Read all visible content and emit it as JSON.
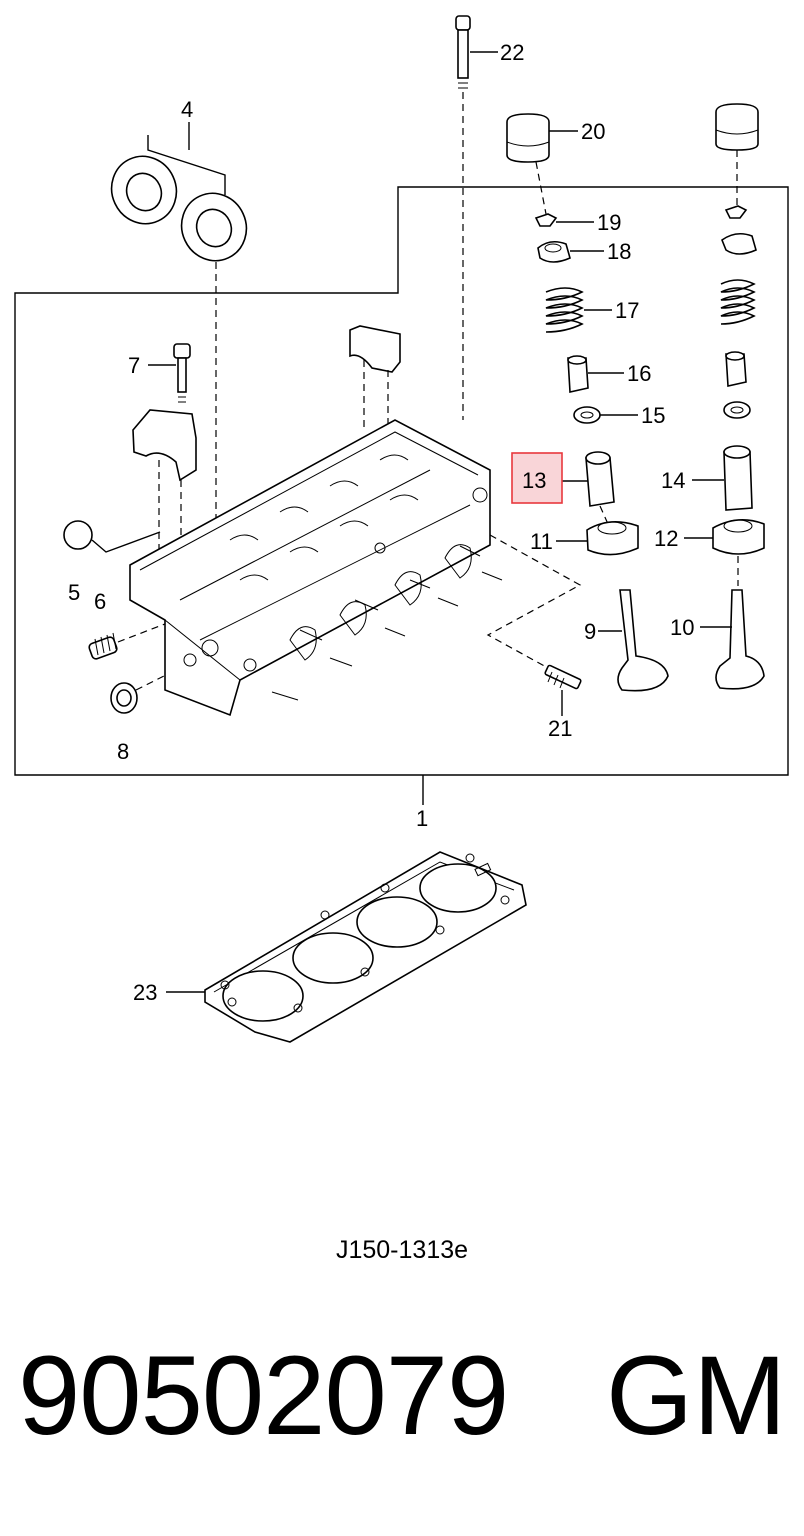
{
  "callouts": {
    "c1": "1",
    "c4": "4",
    "c5": "5",
    "c6": "6",
    "c7": "7",
    "c8": "8",
    "c9": "9",
    "c10": "10",
    "c11": "11",
    "c12": "12",
    "c13": "13",
    "c14": "14",
    "c15": "15",
    "c16": "16",
    "c17": "17",
    "c18": "18",
    "c19": "19",
    "c20": "20",
    "c21": "21",
    "c22": "22",
    "c23": "23"
  },
  "highlight": {
    "callout": "13",
    "color": "#e8383d",
    "fill": "#f9d5d8"
  },
  "figure_code": "J150-1313e",
  "part_number": "90502079",
  "brand": "GM"
}
